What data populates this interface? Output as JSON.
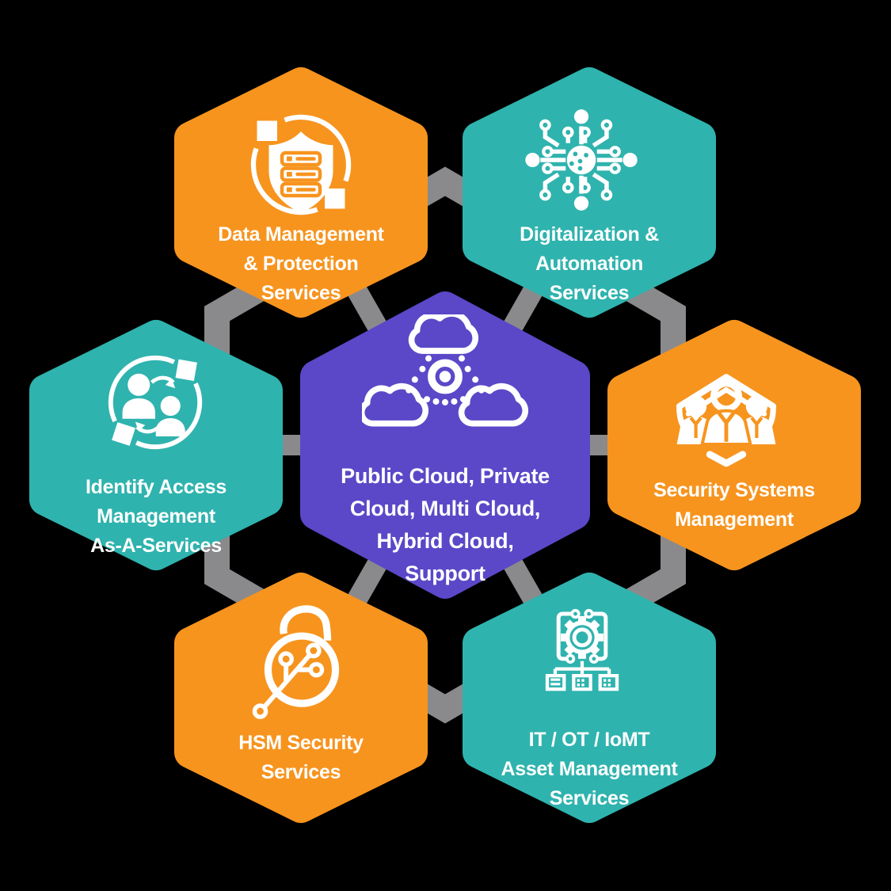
{
  "title": "Cloud Services Hexagon Diagram",
  "colors": {
    "orange": "#F7941E",
    "teal": "#2FB3AE",
    "purple": "#5A48C8",
    "connector": "#8A8A8C",
    "icon": "#FFFFFF",
    "text": "#FFFFFF",
    "background": "#000000"
  },
  "center": {
    "label": "Public Cloud, Private\nCloud, Multi Cloud,\nHybrid Cloud,\nSupport",
    "icon": "cloud-network-icon",
    "color": "purple"
  },
  "hexagons": [
    {
      "id": "data-management",
      "position": "top-left",
      "color": "orange",
      "icon": "data-protection-shield-icon",
      "label": "Data Management\n& Protection\nServices"
    },
    {
      "id": "digitalization",
      "position": "top-right",
      "color": "teal",
      "icon": "digitalization-network-icon",
      "label": "Digitalization &\nAutomation\nServices"
    },
    {
      "id": "identify-access",
      "position": "left",
      "color": "teal",
      "icon": "identity-sync-icon",
      "label": "Identify Access\nManagement\nAs-A-Services"
    },
    {
      "id": "security-systems",
      "position": "right",
      "color": "orange",
      "icon": "security-team-shield-icon",
      "label": "Security Systems\nManagement"
    },
    {
      "id": "hsm-security",
      "position": "bottom-left",
      "color": "orange",
      "icon": "hsm-lock-circuit-icon",
      "label": "HSM Security\nServices"
    },
    {
      "id": "asset-management",
      "position": "bottom-right",
      "color": "teal",
      "icon": "asset-gear-network-icon",
      "label": "IT /  OT / IoMT\nAsset Management\nServices"
    }
  ]
}
